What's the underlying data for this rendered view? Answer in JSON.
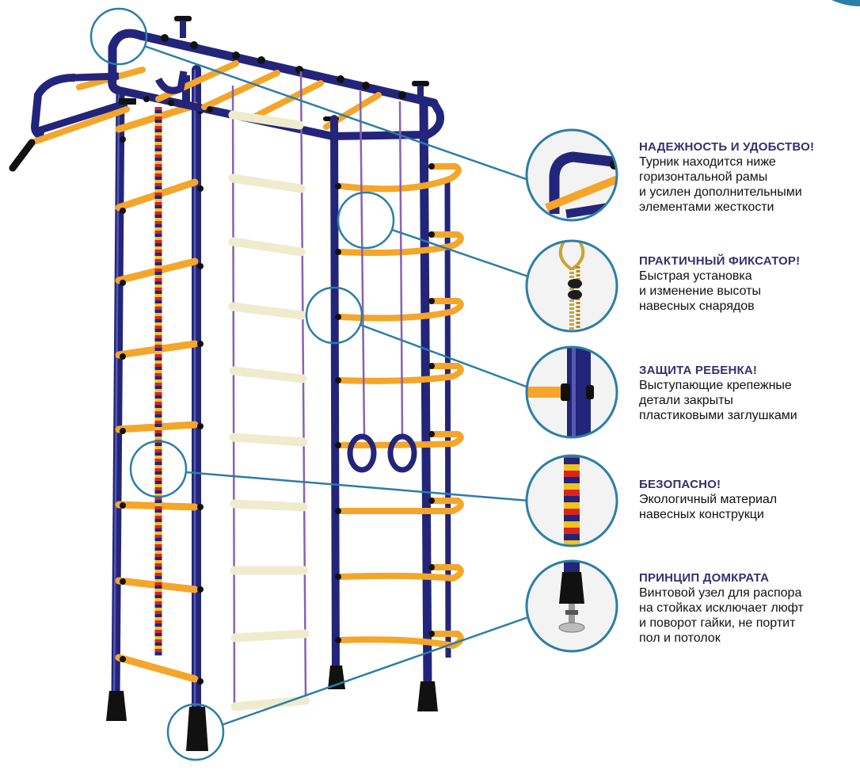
{
  "colors": {
    "frame": "#23257a",
    "rung": "#f4a62a",
    "ladder_rung": "#efeccd",
    "callout_line": "#2b7ea6",
    "title": "#35306f",
    "text": "#111111",
    "foot": "#111111"
  },
  "features": [
    {
      "icon": "crossbar-detail-icon",
      "title": "НАДЕЖНОСТЬ И УДОБСТВО!",
      "lines": [
        "Турник находится ниже",
        "горизонтальной рамы",
        "и усилен дополнительными",
        "элементами жесткости"
      ]
    },
    {
      "icon": "rope-lock-icon",
      "title": "ПРАКТИЧНЫЙ ФИКСАТОР!",
      "lines": [
        "Быстрая установка",
        "и изменение высоты",
        "навесных снарядов"
      ]
    },
    {
      "icon": "plastic-cap-icon",
      "title": "ЗАЩИТА РЕБЕНКА!",
      "lines": [
        "Выступающие крепежные",
        "детали закрыты",
        "пластиковыми заглушками"
      ]
    },
    {
      "icon": "twisted-rope-icon",
      "title": "БЕЗОПАСНО!",
      "lines": [
        "Экологичный материал",
        "навесных конструкци"
      ]
    },
    {
      "icon": "screw-jack-icon",
      "title": "ПРИНЦИП ДОМКРАТА",
      "lines": [
        "Винтовой узел для распора",
        "на стойках исключает люфт",
        "и поворот гайки, не портит",
        "пол и потолок"
      ]
    }
  ]
}
